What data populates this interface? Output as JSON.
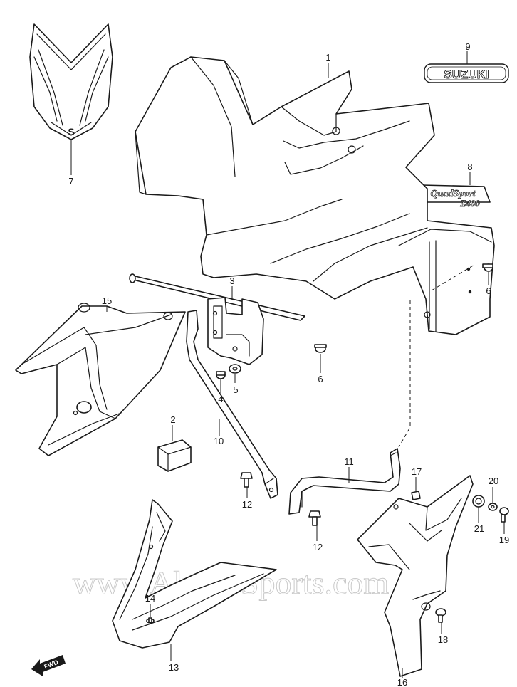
{
  "watermark": "www.Alpha-Sports.com",
  "fwd_label": "FWD",
  "logo_text": "SUZUKI",
  "emblem_script": "QuadSport",
  "emblem_model": "Z400",
  "emblem_s": "S",
  "parts": {
    "p1": "1",
    "p2": "2",
    "p3": "3",
    "p4": "4",
    "p5": "5",
    "p6a": "6",
    "p6b": "6",
    "p7": "7",
    "p8": "8",
    "p9": "9",
    "p10": "10",
    "p11": "11",
    "p12a": "12",
    "p12b": "12",
    "p13": "13",
    "p14": "14",
    "p15": "15",
    "p16": "16",
    "p17": "17",
    "p18": "18",
    "p19": "19",
    "p20": "20",
    "p21": "21"
  }
}
